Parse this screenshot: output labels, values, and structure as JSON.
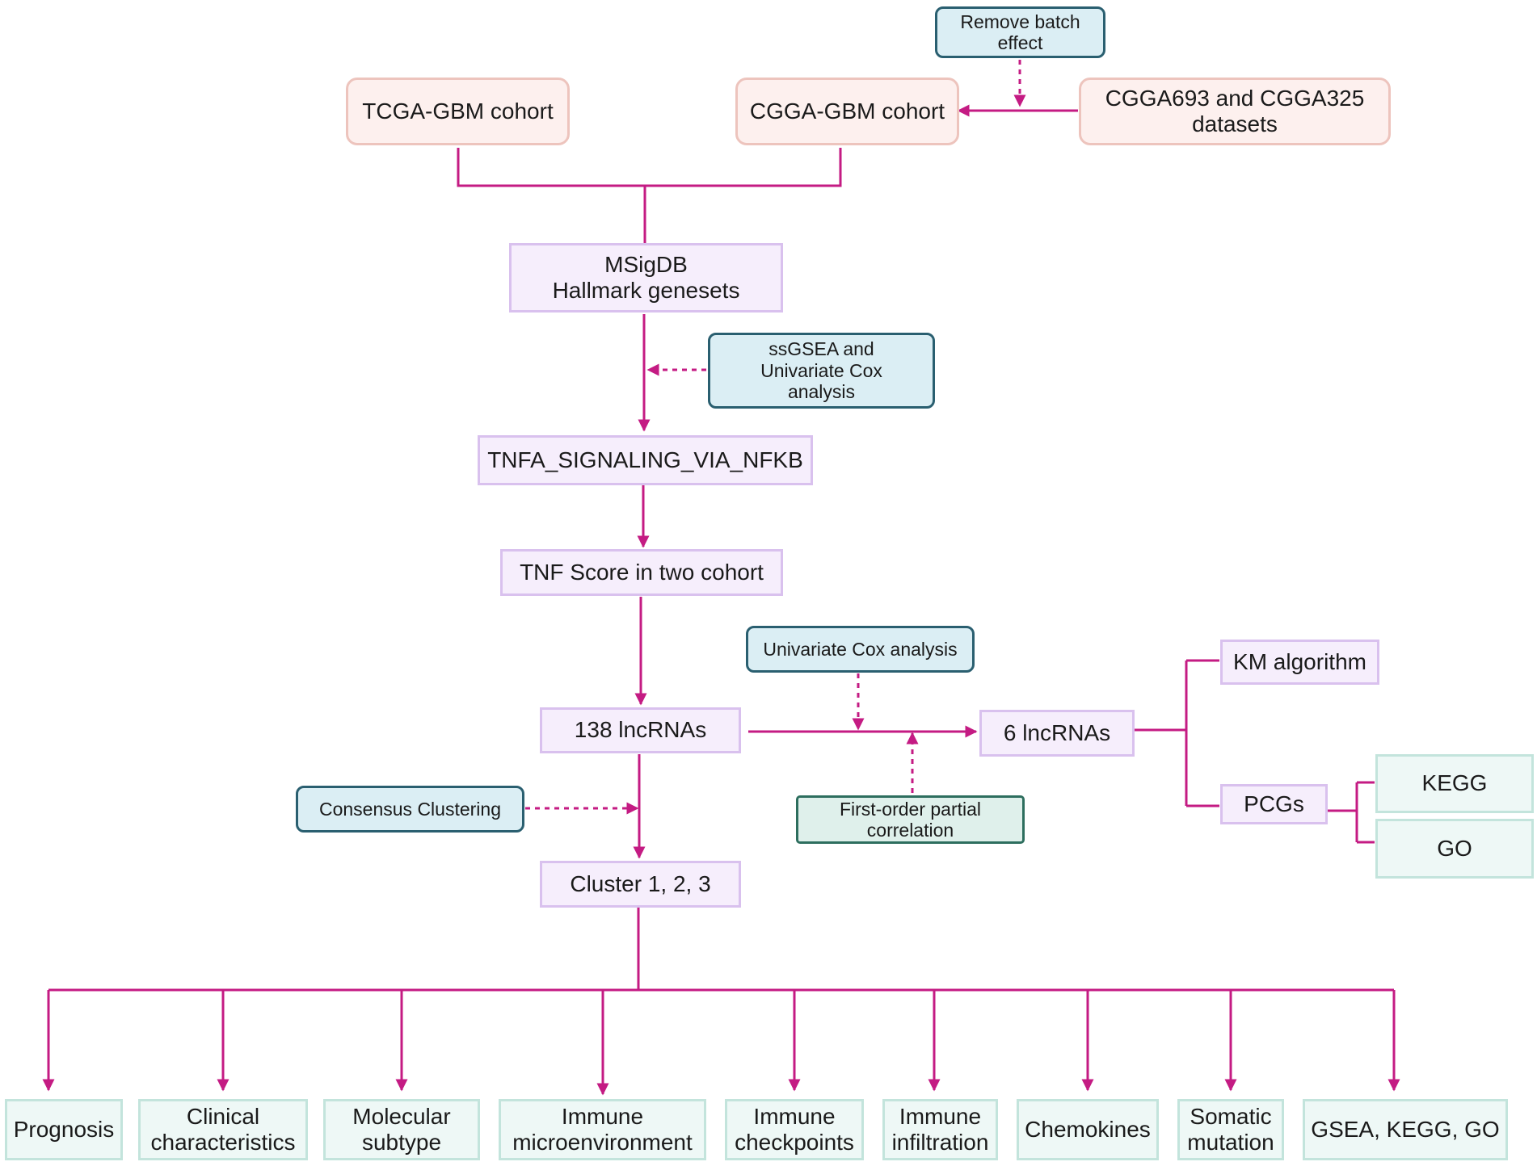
{
  "colors": {
    "flow": "#c41b83",
    "source_fill": "#fdf0ee",
    "step_fill": "#f6eefc",
    "method_fill": "#dbeef4",
    "outcome_fill": "#eef8f6"
  },
  "nodes": {
    "tcga_cohort": "TCGA-GBM cohort",
    "cgga_cohort": "CGGA-GBM cohort",
    "cgga_datasets": "CGGA693 and CGGA325\ndatasets",
    "remove_batch": "Remove batch\neffect",
    "msigdb": "MSigDB\nHallmark genesets",
    "ssgsea_cox": "ssGSEA and\nUnivariate Cox\nanalysis",
    "tnfa": "TNFA_SIGNALING_VIA_NFKB",
    "tnf_score": "TNF Score in two cohort",
    "lncrnas_138": "138 lncRNAs",
    "univariate_cox": "Univariate Cox analysis",
    "first_order": "First-order partial\ncorrelation",
    "lncrnas_6": "6 lncRNAs",
    "km": "KM algorithm",
    "pcgs": "PCGs",
    "kegg": "KEGG",
    "go": "GO",
    "consensus": "Consensus Clustering",
    "clusters": "Cluster 1, 2, 3"
  },
  "outcomes": [
    "Prognosis",
    "Clinical\ncharacteristics",
    "Molecular\nsubtype",
    "Immune\nmicroenvironment",
    "Immune\ncheckpoints",
    "Immune\ninfiltration",
    "Chemokines",
    "Somatic\nmutation",
    "GSEA, KEGG, GO"
  ]
}
